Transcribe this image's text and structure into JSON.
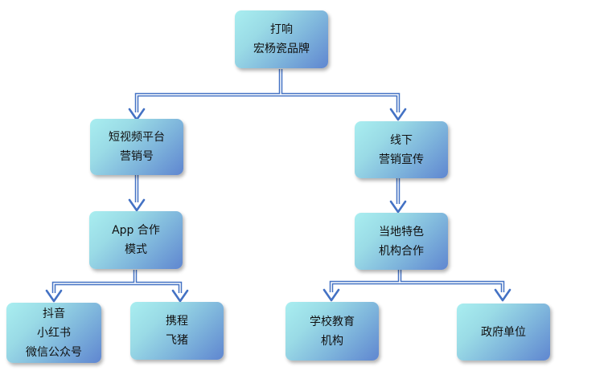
{
  "nodes": {
    "root": {
      "line1": "打响",
      "line2": "宏杨瓷品牌"
    },
    "short_video": {
      "line1": "短视频平台",
      "line2": "营销号"
    },
    "offline": {
      "line1": "线下",
      "line2": "营销宣传"
    },
    "app_coop": {
      "line1": "App 合作",
      "line2": "模式"
    },
    "local_coop": {
      "line1": "当地特色",
      "line2": "机构合作"
    },
    "social": {
      "line1": "抖音",
      "line2": "小红书",
      "line3": "微信公众号"
    },
    "travel": {
      "line1": "携程",
      "line2": "飞猪"
    },
    "school": {
      "line1": "学校教育",
      "line2": "机构"
    },
    "government": {
      "line1": "政府单位"
    }
  },
  "colors": {
    "connector": "#4472c4",
    "node_light": "#a9eef0",
    "node_dark": "#5f86d0"
  }
}
